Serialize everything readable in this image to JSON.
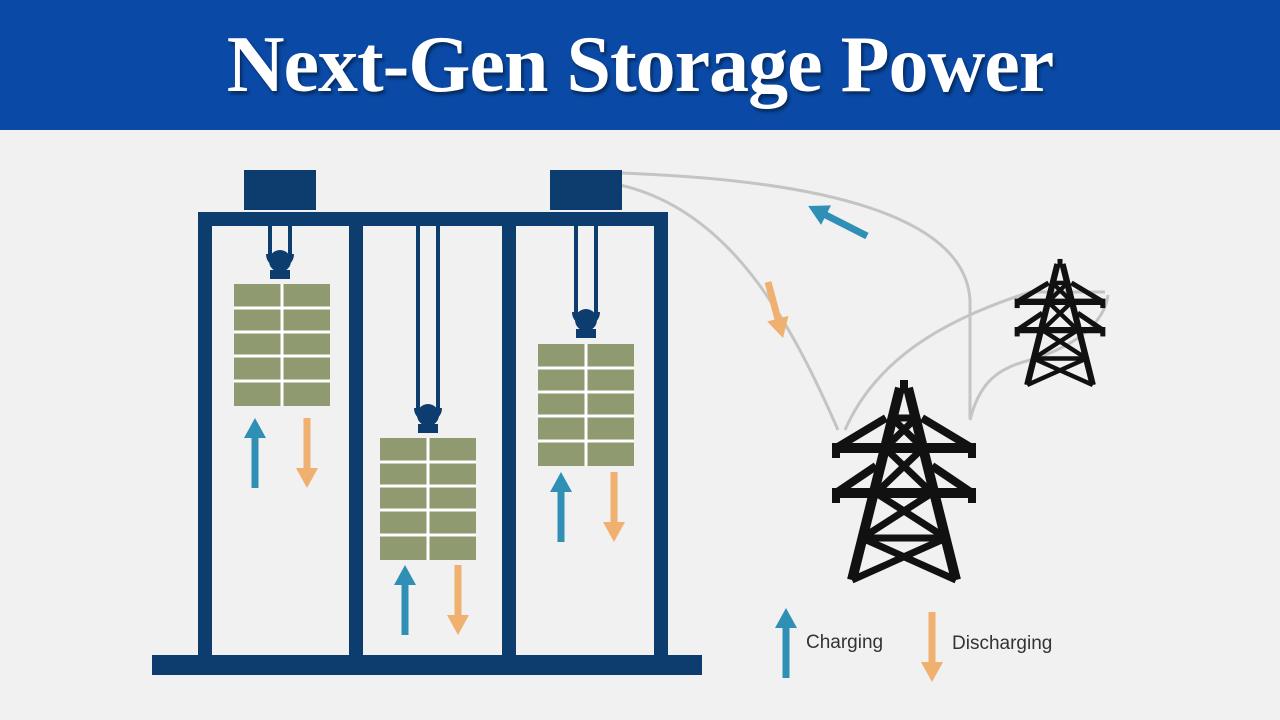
{
  "title": "Next-Gen Storage Power",
  "legend": {
    "charging": "Charging",
    "discharging": "Discharging"
  },
  "colors": {
    "banner": "#0a4aa6",
    "structure": "#0d3d6e",
    "block": "#8f9a70",
    "charging_arrow": "#2f8fb5",
    "discharging_arrow": "#f0b070",
    "cable": "#c4c4c4",
    "tower": "#111111",
    "background": "#f1f1f1"
  },
  "icons": [
    "up-arrow-icon",
    "down-arrow-icon",
    "transmission-tower-icon"
  ]
}
